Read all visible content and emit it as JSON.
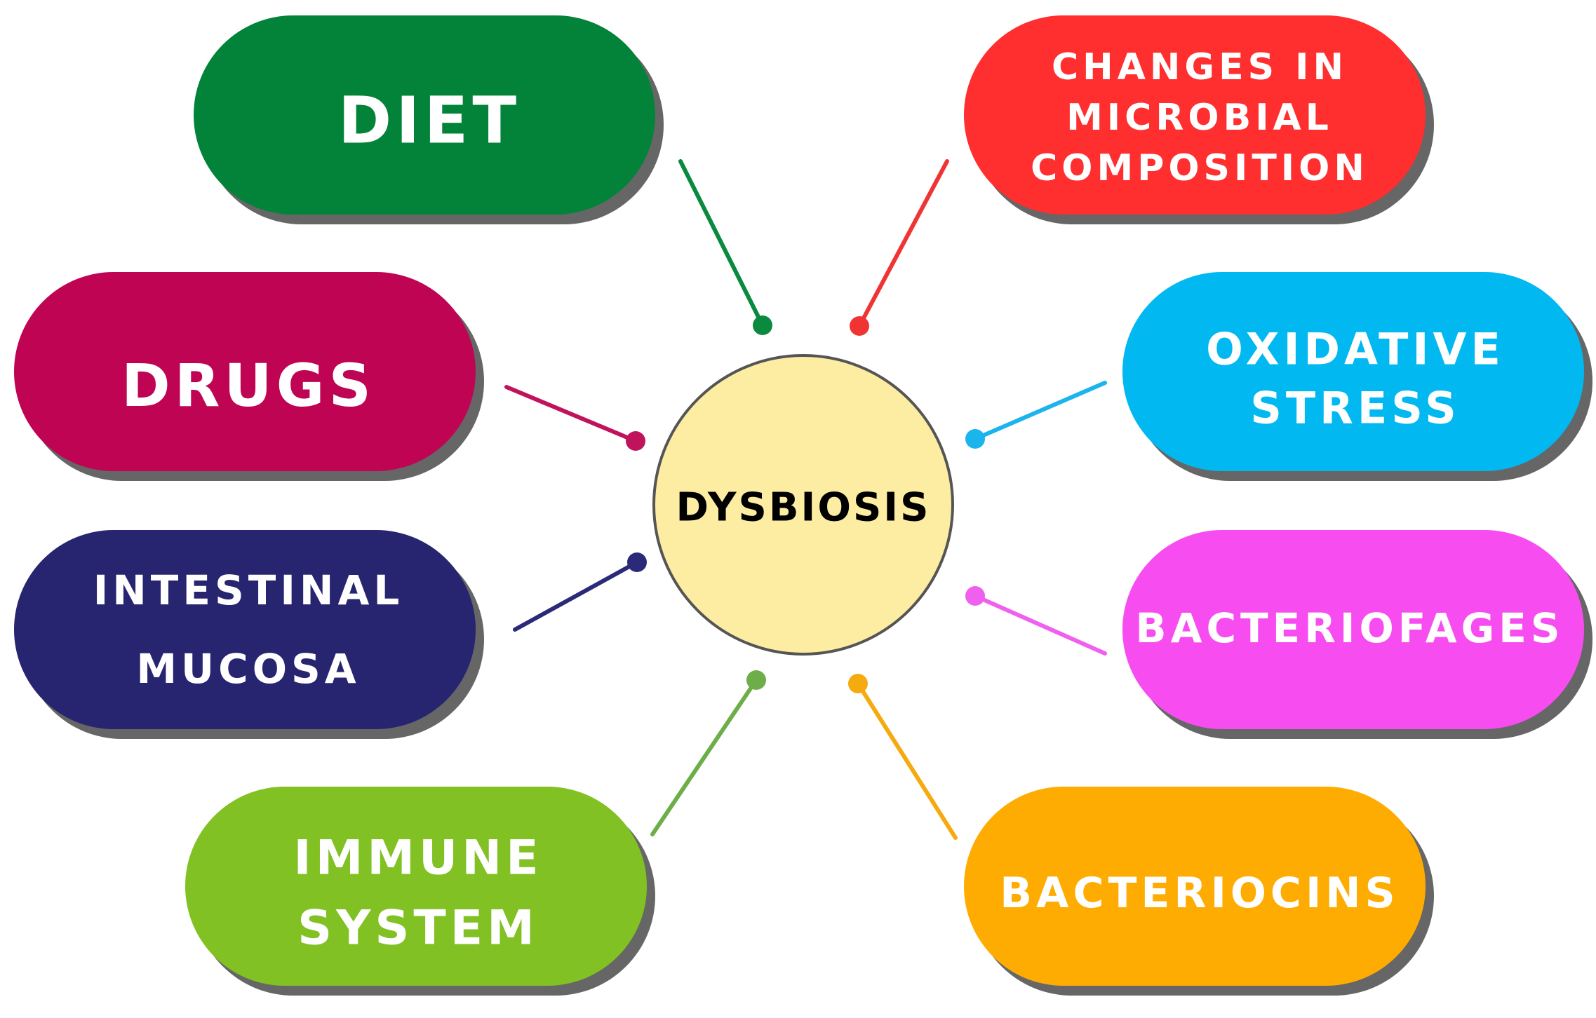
{
  "center": {
    "label": "DYSBIOSIS",
    "fill": "#FDEDA2",
    "stroke": "#555555"
  },
  "factors": [
    {
      "id": "diet",
      "lines": [
        "DIET"
      ],
      "color": "#03833A"
    },
    {
      "id": "drugs",
      "lines": [
        "DRUGS"
      ],
      "color": "#BF0454"
    },
    {
      "id": "intestinal-mucosa",
      "lines": [
        "INTESTINAL",
        "MUCOSA"
      ],
      "color": "#272470"
    },
    {
      "id": "immune-system",
      "lines": [
        "IMMUNE",
        "SYSTEM"
      ],
      "color": "#82C124"
    },
    {
      "id": "changes-in-microbial-composition",
      "lines": [
        "CHANGES IN",
        "MICROBIAL",
        "COMPOSITION"
      ],
      "color": "#FF2E2F"
    },
    {
      "id": "oxidative-stress",
      "lines": [
        "OXIDATIVE",
        "STRESS"
      ],
      "color": "#02B8F0"
    },
    {
      "id": "bacteriofages",
      "lines": [
        "BACTERIOFAGES"
      ],
      "color": "#F74DF0"
    },
    {
      "id": "bacteriocins",
      "lines": [
        "BACTERIOCINS"
      ],
      "color": "#FEAC01"
    }
  ],
  "connector_colors": {
    "diet": "#0A8A3E",
    "drugs": "#C0135C",
    "intestinal-mucosa": "#2A2A78",
    "immune-system": "#6EAE4A",
    "changes-in-microbial-composition": "#F03434",
    "oxidative-stress": "#1BB4EC",
    "bacteriofages": "#F060EE",
    "bacteriocins": "#F5AA10"
  }
}
